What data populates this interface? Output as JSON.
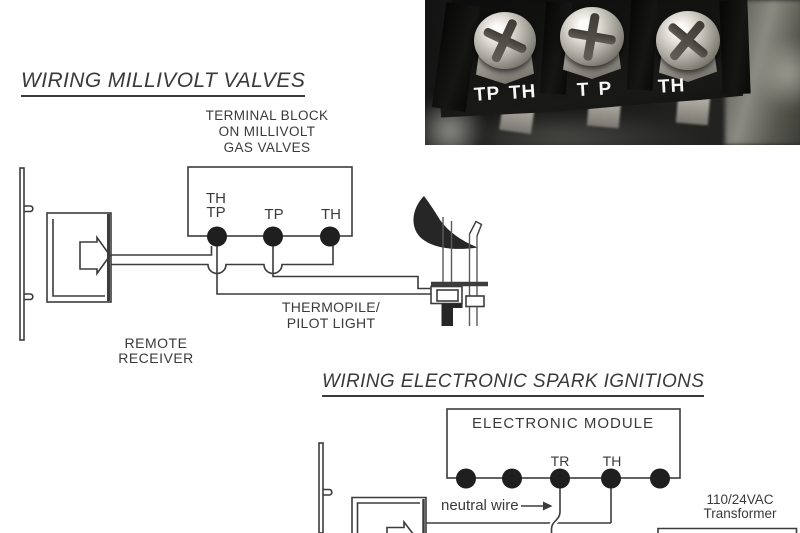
{
  "colors": {
    "line": "#3c3c3c",
    "dot": "#1f1f1f",
    "text": "#3a3a3a"
  },
  "millivolt": {
    "title": "WIRING MILLIVOLT VALVES",
    "block_caption_lines": [
      "TERMINAL BLOCK",
      "ON MILLIVOLT",
      "GAS VALVES"
    ],
    "terminal1_top": "TH",
    "terminal1_bottom": "TP",
    "terminal2": "TP",
    "terminal3": "TH",
    "receiver_label_lines": [
      "REMOTE",
      "RECEIVER"
    ],
    "pilot_label_lines": [
      "THERMOPILE/",
      "PILOT LIGHT"
    ]
  },
  "spark": {
    "title": "WIRING ELECTRONIC SPARK IGNITIONS",
    "module_label": "ELECTRONIC MODULE",
    "tr_label": "TR",
    "th_label": "TH",
    "neutral_label": "neutral wire",
    "transformer_lines": [
      "110/24VAC",
      "Transformer"
    ]
  },
  "photo": {
    "labels": [
      "TP",
      "TH",
      "TP",
      "TH"
    ]
  }
}
